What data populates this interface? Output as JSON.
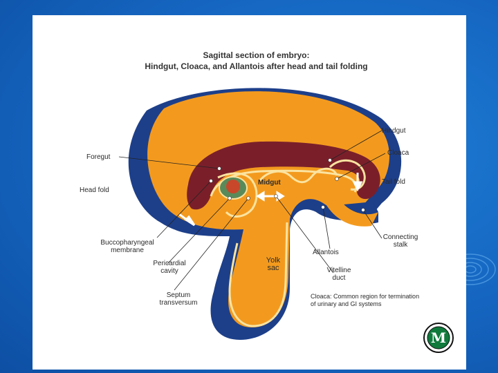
{
  "title": {
    "line1": "Sagittal section of embryo:",
    "line2": "Hindgut, Cloaca, and Allantois after head and tail folding"
  },
  "labels": {
    "foregut": "Foregut",
    "head_fold": "Head fold",
    "hindgut": "Hindgut",
    "cloaca": "Cloaca",
    "tail_fold": "Tail fold",
    "midgut": "Midgut",
    "bucco": "Buccopharyngeal membrane",
    "pericardial": "Pericardial cavity",
    "septum": "Septum transversum",
    "yolk_sac": "Yolk sac",
    "allantois": "Allantois",
    "vitelline": "Vitelline duct",
    "connecting": "Connecting stalk",
    "cloaca_note": "Cloaca: Common region for termination of urinary and GI systems"
  },
  "logo": {
    "letter": "M"
  },
  "colors": {
    "background": "#1565c0",
    "ectoderm_blue": "#1d3f8a",
    "mesoderm_orange": "#f39a1e",
    "endoderm_cream": "#fbe3a0",
    "gut_maroon": "#7a1f2a",
    "pericardium_green": "#5a8a5a",
    "heart_red": "#c8472a",
    "logo_green": "#0f7a3c"
  }
}
